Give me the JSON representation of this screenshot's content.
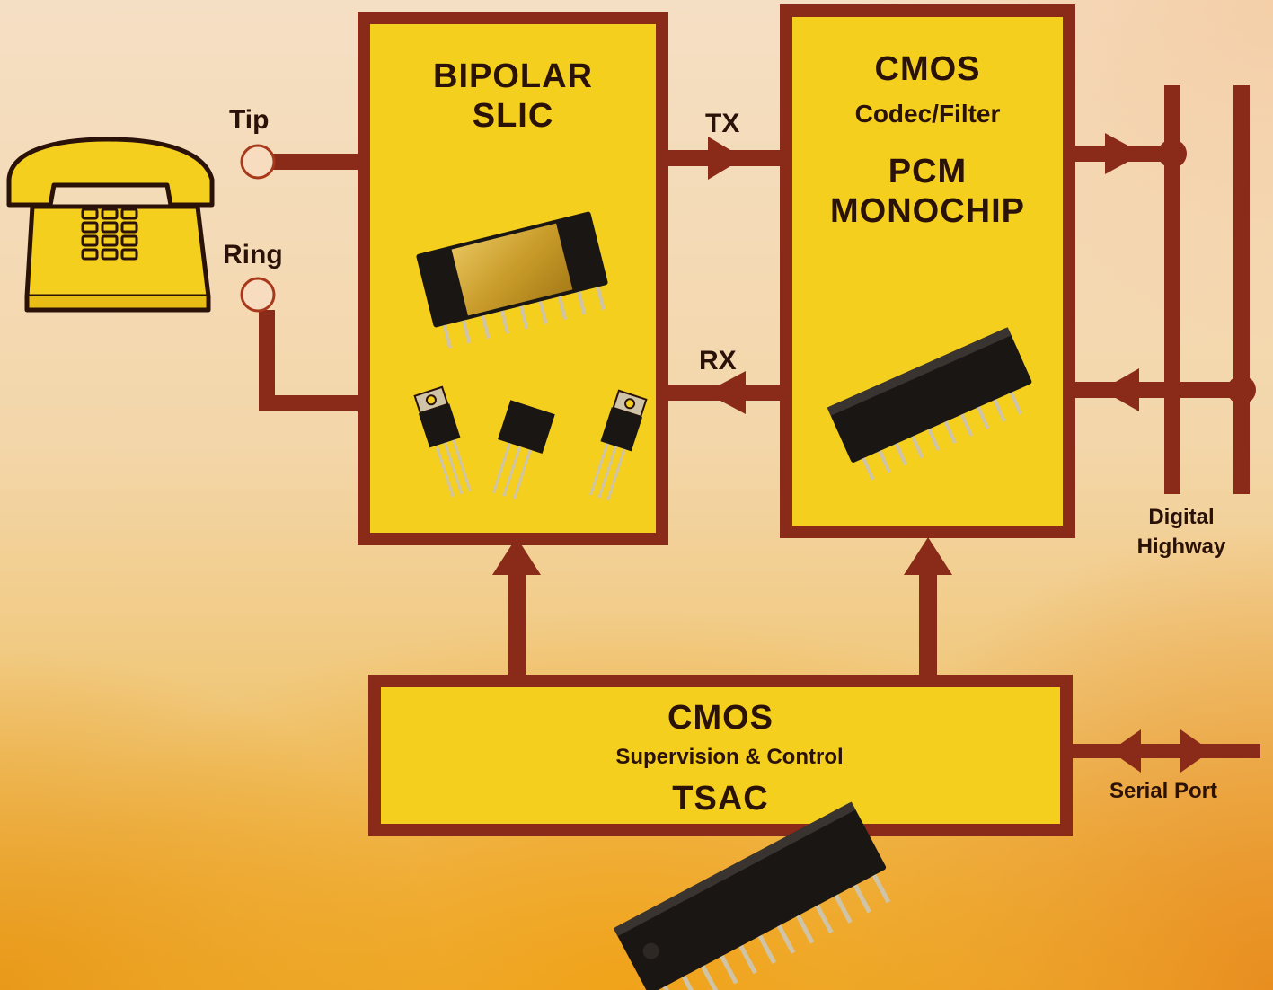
{
  "colors": {
    "wire": "#8a2a18",
    "block_fill": "#f4cf1e",
    "block_border": "#8a2a18",
    "text": "#2a1208",
    "chip_body": "#1a1614",
    "pin": "#cfc3a8"
  },
  "phone": {
    "icon": "telephone-icon",
    "tip_label": "Tip",
    "ring_label": "Ring"
  },
  "slic_block": {
    "title_line1": "BIPOLAR",
    "title_line2": "SLIC"
  },
  "codec_block": {
    "title": "CMOS",
    "subtitle": "Codec/Filter",
    "name_line1": "PCM",
    "name_line2": "MONOCHIP"
  },
  "tsac_block": {
    "title": "CMOS",
    "subtitle": "Supervision & Control",
    "name": "TSAC"
  },
  "signals": {
    "tx": "TX",
    "rx": "RX"
  },
  "highway": {
    "label_line1": "Digital",
    "label_line2": "Highway"
  },
  "serial_port": {
    "label": "Serial Port"
  }
}
